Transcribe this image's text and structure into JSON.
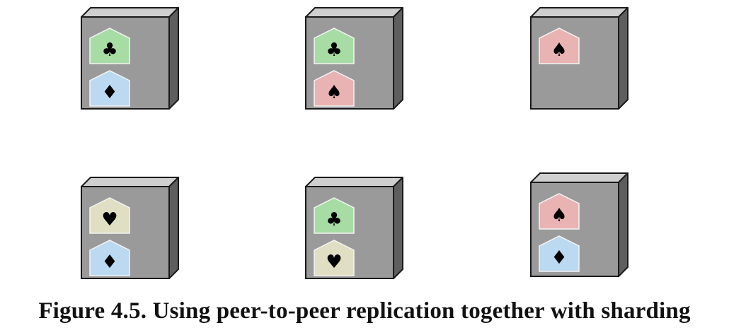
{
  "caption": "Figure 4.5. Using peer-to-peer replication together with sharding",
  "suits": {
    "club": {
      "glyph": "♣",
      "color": "#a8dca5",
      "name": "club"
    },
    "diamond": {
      "glyph": "♦",
      "color": "#bcd9f2",
      "name": "diamond"
    },
    "spade": {
      "glyph": "♠",
      "color": "#e9b3b3",
      "name": "spade"
    },
    "heart": {
      "glyph": "♥",
      "color": "#e1dfc3",
      "name": "heart"
    }
  },
  "nodes": [
    {
      "shards": [
        "club",
        "diamond"
      ]
    },
    {
      "shards": [
        "club",
        "spade"
      ]
    },
    {
      "shards": [
        "spade"
      ]
    },
    {
      "shards": [
        "heart",
        "diamond"
      ]
    },
    {
      "shards": [
        "club",
        "heart"
      ]
    },
    {
      "shards": [
        "spade",
        "diamond"
      ]
    }
  ],
  "colors": {
    "server_front": "#9a9a9a",
    "server_top": "#cfcfcf",
    "server_side": "#5e5e5e",
    "outline": "#1a1a1a"
  }
}
